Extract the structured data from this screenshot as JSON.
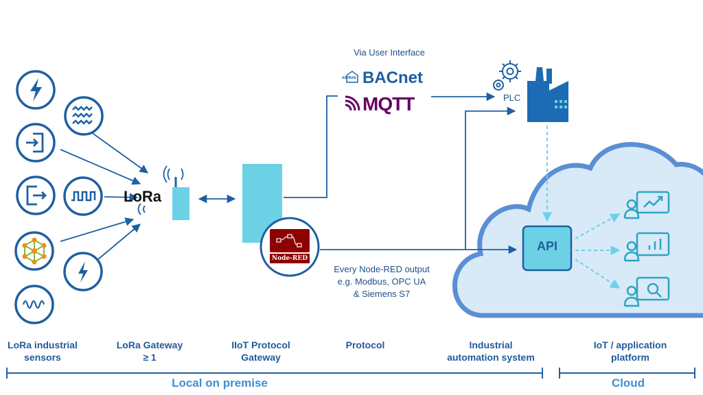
{
  "annotations": {
    "via_ui": "Via User Interface",
    "plc": "PLC",
    "node_red_output_line1": "Every Node-RED output",
    "node_red_output_line2": "e.g. Modbus, OPC UA",
    "node_red_output_line3": "& Siemens S7"
  },
  "logos": {
    "lora": "LoRa",
    "bacnet": "BACnet",
    "ashrae": "ASHRAE",
    "mqtt": "MQTT",
    "node_red": "Node-RED"
  },
  "api_label": "API",
  "columns": {
    "sensors_l1": "LoRa industrial",
    "sensors_l2": "sensors",
    "gateway_l1": "LoRa Gateway",
    "gateway_l2": "≥ 1",
    "iiot_l1": "IIoT Protocol",
    "iiot_l2": "Gateway",
    "protocol": "Protocol",
    "industrial_l1": "Industrial",
    "industrial_l2": "automation system",
    "iot_l1": "IoT / application",
    "iot_l2": "platform"
  },
  "scopes": {
    "local": "Local on premise",
    "cloud": "Cloud"
  },
  "sensor_icons": [
    "lightning-bolt-icon",
    "wave-pattern-icon",
    "login-icon",
    "logout-icon",
    "square-wave-icon",
    "network-hub-icon",
    "lightning-bolt-icon",
    "sine-wave-icon"
  ],
  "platform_icons": [
    "line-chart-dashboard-icon",
    "bar-chart-dashboard-icon",
    "search-dashboard-icon"
  ],
  "colors": {
    "navy": "#1e5fa2",
    "light_blue": "#6dd1e6",
    "cloud_fill": "#d8e9f8",
    "cloud_stroke": "#5b8fd4",
    "factory": "#1d6bb5",
    "node_red": "#8f0000",
    "bacnet_green": "#4b9a3b",
    "mqtt_purple": "#660066",
    "label_blue": "#1f5a99",
    "scope_blue": "#3d8fd1"
  }
}
